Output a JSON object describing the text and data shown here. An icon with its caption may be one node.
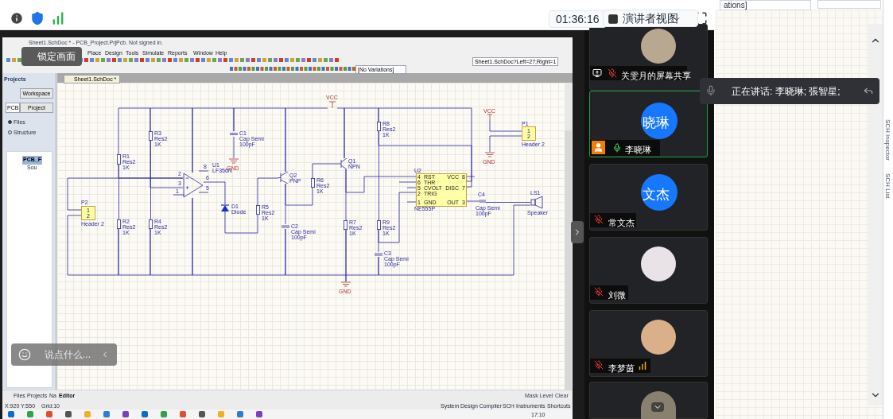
{
  "diagram": {
    "nodes": [
      {
        "text": [
          "1",
          "2"
        ],
        "beside": [
          "P2",
          "Header 2"
        ]
      },
      {
        "text": [],
        "shape": "resistor",
        "beside": [
          "R1",
          "Res2",
          "1K"
        ]
      },
      {
        "text": [],
        "shape": "resistor",
        "beside": [
          "R2",
          "Res2",
          "1K"
        ]
      },
      {
        "text": [],
        "shape": "resistor",
        "beside": [
          "R3",
          "Res2",
          "1K"
        ]
      },
      {
        "text": [],
        "shape": "resistor",
        "beside": [
          "R4",
          "Res2",
          "1K"
        ]
      },
      {
        "text": [],
        "shape": "triangle",
        "beside": [
          "U1",
          "LF356N"
        ]
      },
      {
        "text": [],
        "shape": "capacitor",
        "beside": [
          "C1",
          "Cap Semi",
          "100pF"
        ]
      },
      {
        "text": [],
        "shape": "ground",
        "beside": [
          "GND"
        ]
      },
      {
        "text": [],
        "shape": "diode",
        "beside": [
          "D1",
          "Diode"
        ]
      },
      {
        "text": [],
        "shape": "resistor",
        "beside": [
          "R5",
          "Res2",
          "1K"
        ]
      },
      {
        "text": [],
        "shape": "transistor",
        "beside": [
          "Q2",
          "PNP"
        ]
      },
      {
        "text": [],
        "shape": "capacitor",
        "beside": [
          "C2",
          "Cap Semi",
          "100pF"
        ]
      },
      {
        "text": [],
        "shape": "resistor",
        "beside": [
          "R6",
          "Res2",
          "1K"
        ]
      },
      {
        "text": [],
        "shape": "transistor",
        "beside": [
          "Q1",
          "NPN"
        ]
      },
      {
        "text": [],
        "shape": "power",
        "beside": [
          "VCC"
        ]
      },
      {
        "text": [],
        "shape": "resistor",
        "beside": [
          "R7",
          "Res2",
          "1K"
        ]
      },
      {
        "text": [],
        "shape": "ground",
        "beside": [
          "GND"
        ]
      },
      {
        "text": [],
        "shape": "resistor",
        "beside": [
          "R8",
          "Res2",
          "1K"
        ]
      },
      {
        "text": [],
        "shape": "resistor",
        "beside": [
          "R9",
          "Res2",
          "1K"
        ]
      },
      {
        "text": [],
        "shape": "capacitor",
        "beside": [
          "C3",
          "Cap Semi",
          "100pF"
        ]
      },
      {
        "text": [
          "RST",
          "THR",
          "CVOLT",
          "TRIG",
          "GND",
          "VCC",
          "DISC",
          "OUT"
        ],
        "beside": [
          "U2",
          "NE555P"
        ]
      },
      {
        "text": [],
        "shape": "capacitor",
        "beside": [
          "C4",
          "Cap Semi",
          "100pF"
        ]
      },
      {
        "text": [],
        "shape": "speaker",
        "beside": [
          "LS1",
          "Speaker"
        ]
      },
      {
        "text": [],
        "shape": "power",
        "beside": [
          "VCC"
        ]
      },
      {
        "text": [
          "1",
          "2"
        ],
        "beside": [
          "P1",
          "Header 2"
        ]
      },
      {
        "text": [],
        "shape": "ground",
        "beside": [
          "GND"
        ]
      }
    ],
    "edges": [
      {
        "from": 1,
        "to": 3,
        "arrow": "none"
      },
      {
        "from": 3,
        "to": 5,
        "arrow": "none"
      },
      {
        "from": 5,
        "to": 6,
        "arrow": "none"
      },
      {
        "from": 6,
        "to": 10,
        "arrow": "none"
      },
      {
        "from": 10,
        "to": 14,
        "arrow": "none"
      },
      {
        "from": 14,
        "to": 13,
        "arrow": "none"
      },
      {
        "from": 13,
        "to": 17,
        "arrow": "none"
      },
      {
        "from": 17,
        "to": 20,
        "arrow": "none"
      },
      {
        "from": 6,
        "to": 7,
        "arrow": "none"
      },
      {
        "from": 1,
        "to": 2,
        "arrow": "none"
      },
      {
        "from": 1,
        "to": 5,
        "arrow": "none"
      },
      {
        "from": 0,
        "to": 5,
        "arrow": "none"
      },
      {
        "from": 3,
        "to": 4,
        "arrow": "none"
      },
      {
        "from": 3,
        "to": 5,
        "arrow": "none"
      },
      {
        "from": 5,
        "to": 8,
        "arrow": "none"
      },
      {
        "from": 8,
        "to": 9,
        "arrow": "none"
      },
      {
        "from": 9,
        "to": 10,
        "arrow": "none"
      },
      {
        "from": 10,
        "to": 11,
        "arrow": "none"
      },
      {
        "from": 10,
        "to": 12,
        "arrow": "none"
      },
      {
        "from": 12,
        "to": 13,
        "arrow": "none"
      },
      {
        "from": 13,
        "to": 15,
        "arrow": "none"
      },
      {
        "from": 13,
        "to": 20,
        "arrow": "none"
      },
      {
        "from": 17,
        "to": 18,
        "arrow": "none"
      },
      {
        "from": 17,
        "to": 20,
        "arrow": "none"
      },
      {
        "from": 18,
        "to": 20,
        "arrow": "none"
      },
      {
        "from": 18,
        "to": 19,
        "arrow": "none"
      },
      {
        "from": 20,
        "to": 21,
        "arrow": "none"
      },
      {
        "from": 21,
        "to": 22,
        "arrow": "none"
      },
      {
        "from": 0,
        "to": 2,
        "arrow": "none"
      },
      {
        "from": 2,
        "to": 4,
        "arrow": "none"
      },
      {
        "from": 4,
        "to": 5,
        "arrow": "none"
      },
      {
        "from": 5,
        "to": 11,
        "arrow": "none"
      },
      {
        "from": 11,
        "to": 15,
        "arrow": "none"
      },
      {
        "from": 15,
        "to": 16,
        "arrow": "none"
      },
      {
        "from": 16,
        "to": 19,
        "arrow": "none"
      },
      {
        "from": 19,
        "to": 22,
        "arrow": "none"
      },
      {
        "from": 23,
        "to": 24,
        "arrow": "none"
      },
      {
        "from": 24,
        "to": 25,
        "arrow": "none"
      }
    ],
    "labels": [
      "01:36:16",
      "演讲者视图",
      "Sheet1.SchDoc * - PCB_Project.PrjPcb. Not signed in.",
      "锁定画面",
      "Place",
      "Design",
      "Tools",
      "Simulate",
      "Reports",
      "Window",
      "Help",
      "Sheet1.SchDoc?Left=27;Right=1",
      "[No Variations]",
      "Projects",
      "Sheet1.SchDoc *",
      "Workspace",
      "PCB",
      "Project",
      "Files",
      "Structure",
      "PCB_F",
      "Sou",
      "关雯月的屏幕共享",
      "正在讲话: 李晓琳; 張智星;",
      "晓琳",
      "李晓琳",
      "文杰",
      "常文杰",
      "刘微",
      "说点什么...",
      "李梦茵",
      "Files",
      "Projects",
      "Na",
      "Editor",
      "X:920 Y:550",
      "Grid:10",
      "System",
      "Design Compiler",
      "SCH",
      "Instruments",
      "Shortcuts",
      "Mask Level",
      "Clear",
      "17:10",
      "ations]",
      "SCH Inspector",
      "SCH List",
      "2",
      "3",
      "1",
      "8",
      "6",
      "5",
      "4",
      "6",
      "5",
      "2",
      "1",
      "8",
      "7",
      "3"
    ]
  }
}
